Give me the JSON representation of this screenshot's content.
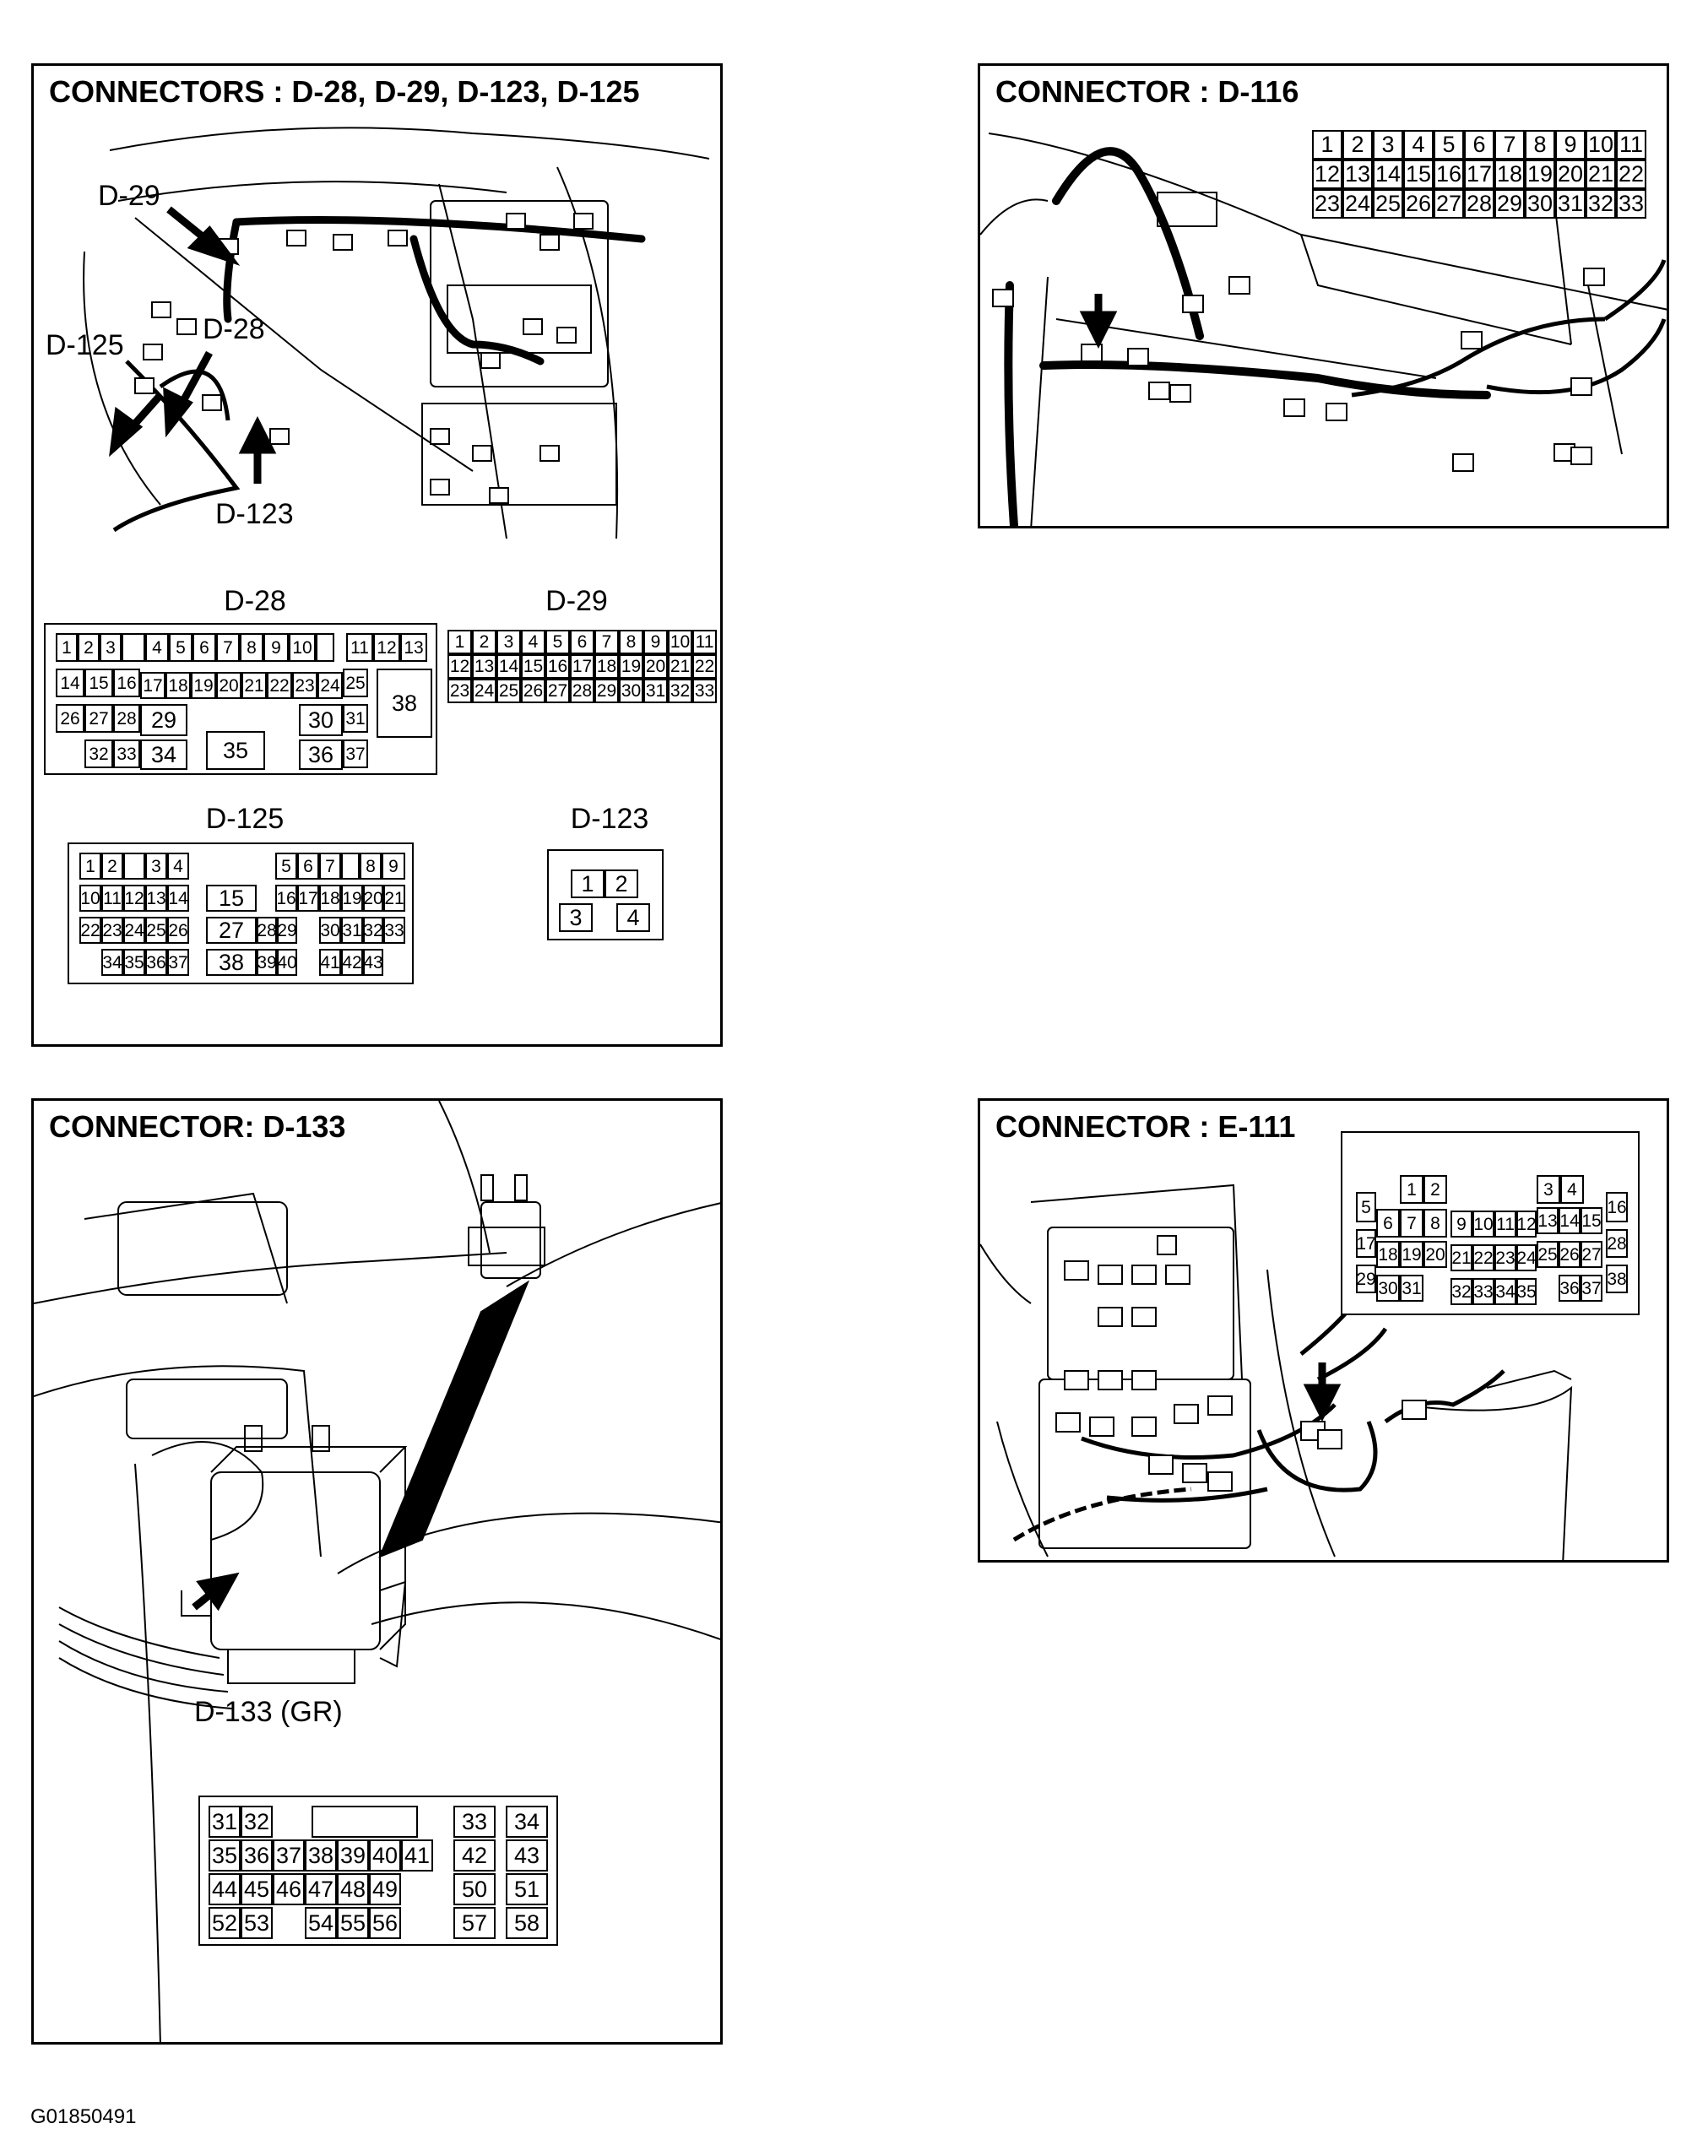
{
  "panels": {
    "p1": {
      "title": "CONNECTORS : D-28, D-29, D-123, D-125",
      "callouts": [
        "D-29",
        "D-125",
        "D-28",
        "D-123"
      ]
    },
    "p2": {
      "title": "CONNECTOR : D-116"
    },
    "p3": {
      "title": "CONNECTOR: D-133",
      "callouts": [
        "D-133 (GR)"
      ]
    },
    "p4": {
      "title": "CONNECTOR : E-111"
    }
  },
  "connectors": {
    "d28": {
      "label": "D-28"
    },
    "d29": {
      "label": "D-29"
    },
    "d125": {
      "label": "D-125"
    },
    "d123": {
      "label": "D-123"
    }
  },
  "footer": {
    "code": "G01850491"
  }
}
